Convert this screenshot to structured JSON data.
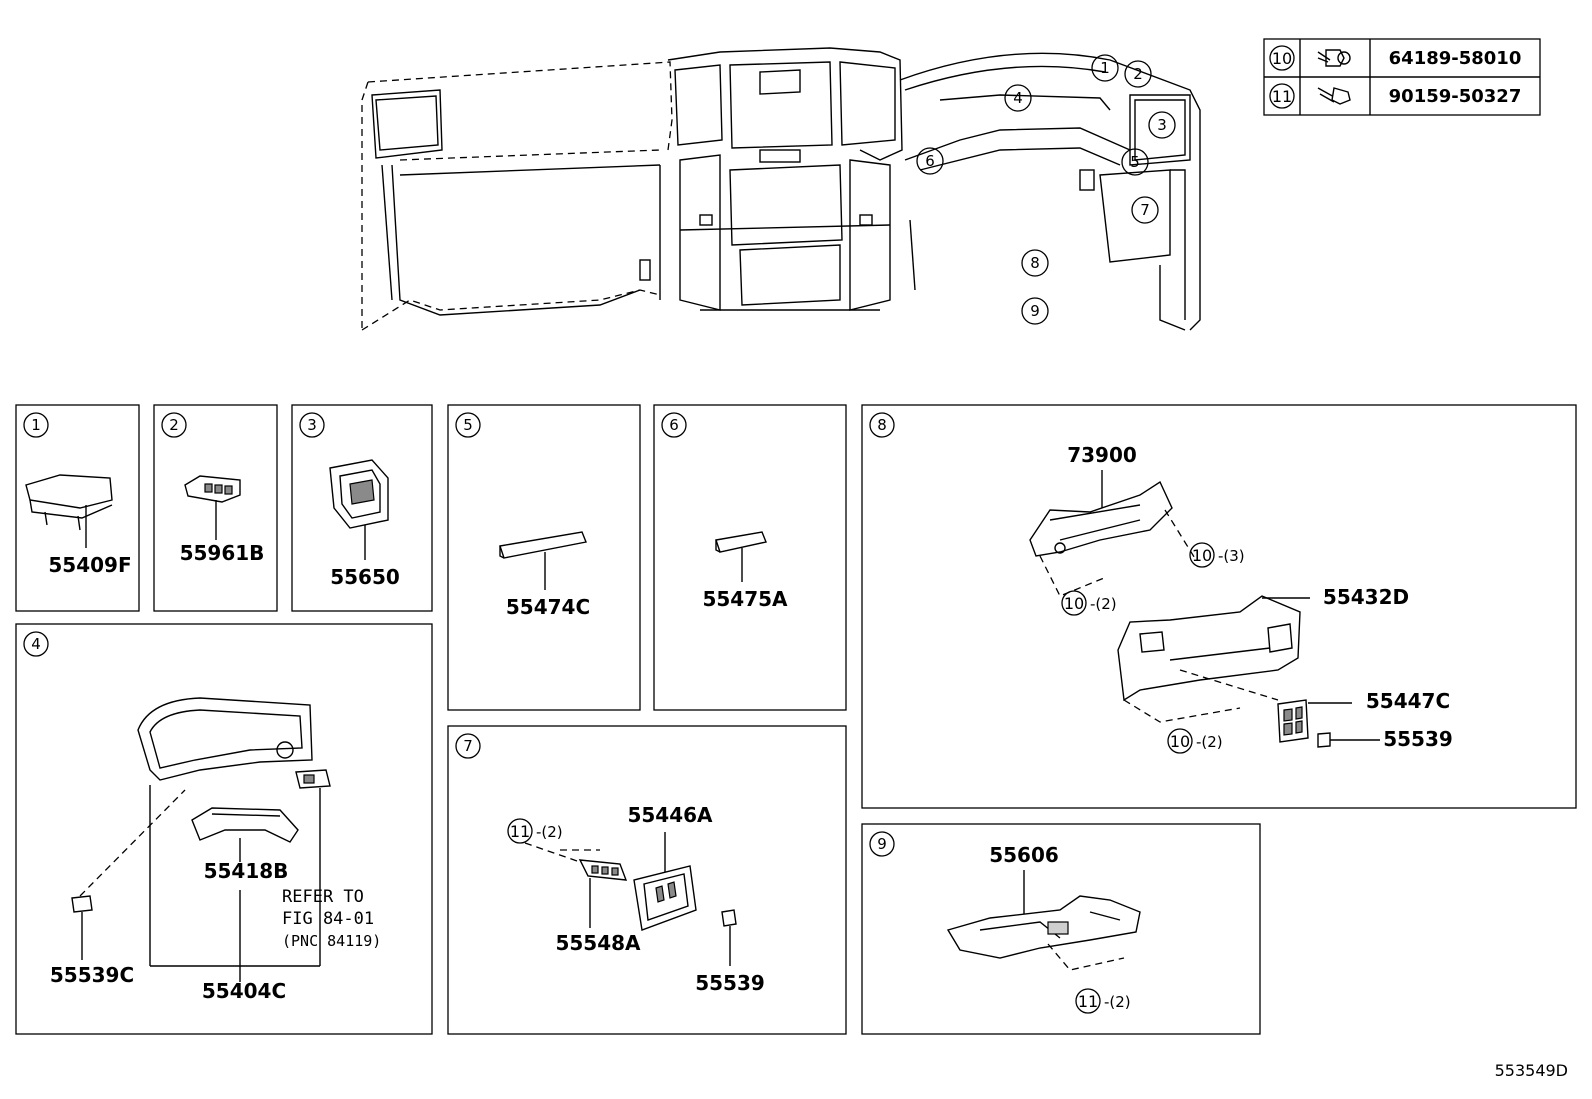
{
  "diagram_code": "553549D",
  "callouts": {
    "c1": "1",
    "c2": "2",
    "c3": "3",
    "c4": "4",
    "c5": "5",
    "c6": "6",
    "c7": "7",
    "c8": "8",
    "c9": "9"
  },
  "fastener_table": [
    {
      "ref": "10",
      "part_number": "64189-58010",
      "icon": "clip-icon"
    },
    {
      "ref": "11",
      "part_number": "90159-50327",
      "icon": "screw-icon"
    }
  ],
  "panels": {
    "p1": {
      "number": "1",
      "part": "55409F"
    },
    "p2": {
      "number": "2",
      "part": "55961B"
    },
    "p3": {
      "number": "3",
      "part": "55650"
    },
    "p4": {
      "number": "4",
      "parts": [
        "55418B",
        "55539C",
        "55404C"
      ],
      "note_lines": [
        "REFER TO",
        "FIG 84-01",
        "(PNC 84119)"
      ]
    },
    "p5": {
      "number": "5",
      "part": "55474C"
    },
    "p6": {
      "number": "6",
      "part": "55475A"
    },
    "p7": {
      "number": "7",
      "parts": [
        "55446A",
        "55548A",
        "55539"
      ],
      "qty_ref": "11",
      "qty": "-(2)"
    },
    "p8": {
      "number": "8",
      "parts": [
        "73900",
        "55432D",
        "55447C",
        "55539"
      ],
      "qty_refs": [
        {
          "ref": "10",
          "qty": "-(3)"
        },
        {
          "ref": "10",
          "qty": "-(2)"
        },
        {
          "ref": "10",
          "qty": "-(2)"
        }
      ]
    },
    "p9": {
      "number": "9",
      "part": "55606",
      "qty_ref": "11",
      "qty": "-(2)"
    }
  }
}
